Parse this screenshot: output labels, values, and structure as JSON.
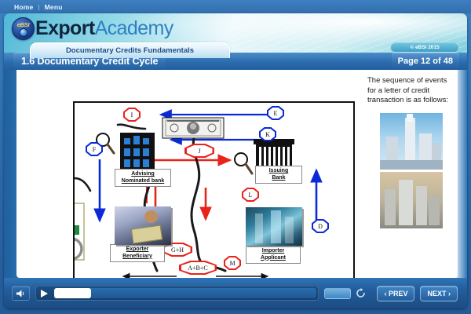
{
  "topbar": {
    "home": "Home",
    "separator": "|",
    "menu": "Menu"
  },
  "brand": {
    "badge_text": "eBSI",
    "name_bold": "Export",
    "name_light": "Academy"
  },
  "header": {
    "course_tab": "Documentary Credits Fundamentals",
    "copyright": "© eBSI 2015",
    "section_title": "1.6 Documentary Credit Cycle",
    "page_indicator": "Page 12 of 48"
  },
  "slide": {
    "side_text": "The sequence of events for a letter of credit transaction is as follows:",
    "diagram": {
      "nodes": [
        {
          "id": "advising-bank",
          "label": "Advising\nNominated bank"
        },
        {
          "id": "issuing-bank",
          "label": "Issuing\nBank"
        },
        {
          "id": "exporter",
          "label": "Exporter\nBeneficiary"
        },
        {
          "id": "importer",
          "label": "Importer\nApplicant"
        }
      ],
      "markers": [
        {
          "id": "F",
          "text": "F",
          "color": "#0a2ad6"
        },
        {
          "id": "I",
          "text": "I",
          "color": "#e8231b"
        },
        {
          "id": "E",
          "text": "E",
          "color": "#0a2ad6"
        },
        {
          "id": "K",
          "text": "K",
          "color": "#0a2ad6"
        },
        {
          "id": "J",
          "text": "J",
          "color": "#e8231b"
        },
        {
          "id": "L",
          "text": "L",
          "color": "#e8231b"
        },
        {
          "id": "D",
          "text": "D",
          "color": "#0a2ad6"
        },
        {
          "id": "M",
          "text": "M",
          "color": "#e8231b"
        },
        {
          "id": "GH",
          "text": "G+H",
          "color": "#e8231b"
        },
        {
          "id": "ABC",
          "text": "A+B+C",
          "color": "#e8231b"
        }
      ]
    }
  },
  "toolbar": {
    "volume_icon": "volume-icon",
    "play_icon": "play-icon",
    "replay_icon": "replay-icon",
    "prev_label": "‹ PREV",
    "next_label": "NEXT ›",
    "seek_percent": 14
  },
  "colors": {
    "accent_blue": "#2e6fb0",
    "marker_red": "#e8231b",
    "marker_blue": "#0a2ad6",
    "brand_dark": "#10243f"
  }
}
